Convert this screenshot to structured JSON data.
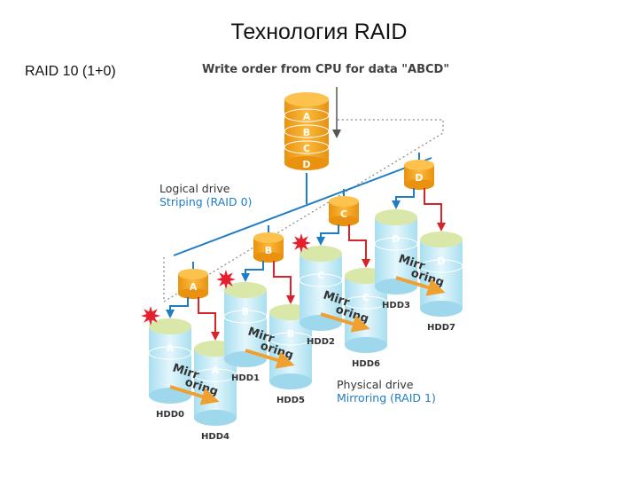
{
  "slide": {
    "title": "Технология RAID",
    "subtitle": "RAID 10 (1+0)"
  },
  "diagram": {
    "header": "Write order from CPU for data \"ABCD\"",
    "logical_drive": {
      "line1": "Logical drive",
      "line2": "Striping (RAID 0)"
    },
    "physical_drive": {
      "line1": "Physical drive",
      "line2": "Mirroring (RAID 1)"
    },
    "stack_letters": [
      "A",
      "B",
      "C",
      "D"
    ],
    "controllers": [
      "A",
      "B",
      "C",
      "D"
    ],
    "pairs": [
      {
        "primary": {
          "name": "HDD0",
          "letter": "A"
        },
        "mirror": {
          "name": "HDD4",
          "letter": "A"
        },
        "mirror_label_1": "Mirr",
        "mirror_label_2": "oring",
        "failed": true
      },
      {
        "primary": {
          "name": "HDD1",
          "letter": "B"
        },
        "mirror": {
          "name": "HDD5",
          "letter": "B"
        },
        "mirror_label_1": "Mirr",
        "mirror_label_2": "oring",
        "failed": true
      },
      {
        "primary": {
          "name": "HDD2",
          "letter": "C"
        },
        "mirror": {
          "name": "HDD6",
          "letter": "C"
        },
        "mirror_label_1": "Mirr",
        "mirror_label_2": "oring",
        "failed": true
      },
      {
        "primary": {
          "name": "HDD3",
          "letter": "D"
        },
        "mirror": {
          "name": "HDD7",
          "letter": "D"
        },
        "mirror_label_1": "Mirr",
        "mirror_label_2": "oring",
        "failed": false
      }
    ],
    "colors": {
      "stack_fill": "#f5a51b",
      "bus_blue": "#1f7dc4",
      "write_red": "#d9232a",
      "disk_body": "#cdeef8",
      "disk_top": "#d9e8a8",
      "label_blue": "#1f7dc4",
      "burst": "#e5202e",
      "mirror_arrow": "#f0a030"
    }
  }
}
